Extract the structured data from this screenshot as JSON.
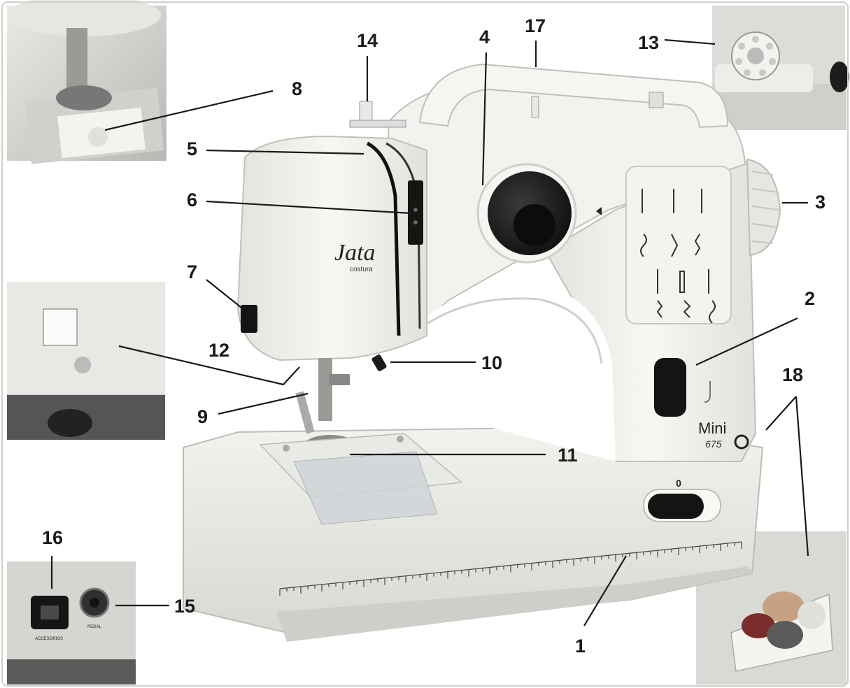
{
  "callouts": [
    {
      "id": "1",
      "label": "1"
    },
    {
      "id": "2",
      "label": "2"
    },
    {
      "id": "3",
      "label": "3"
    },
    {
      "id": "4",
      "label": "4"
    },
    {
      "id": "5",
      "label": "5"
    },
    {
      "id": "6",
      "label": "6"
    },
    {
      "id": "7",
      "label": "7"
    },
    {
      "id": "8",
      "label": "8"
    },
    {
      "id": "9",
      "label": "9"
    },
    {
      "id": "10",
      "label": "10"
    },
    {
      "id": "11",
      "label": "11"
    },
    {
      "id": "12",
      "label": "12"
    },
    {
      "id": "13",
      "label": "13"
    },
    {
      "id": "14",
      "label": "14"
    },
    {
      "id": "15",
      "label": "15"
    },
    {
      "id": "16",
      "label": "16"
    },
    {
      "id": "17",
      "label": "17"
    },
    {
      "id": "18",
      "label": "18"
    }
  ],
  "machine": {
    "brand_logo": "Jata",
    "brand_sub": "costura",
    "model_name": "Mini",
    "model_number": "675",
    "speed_zero": "0",
    "pedal_label": "PEDAL",
    "power_label": "ACCESORIOS"
  },
  "colors": {
    "body": "#f2f2ee",
    "shadow": "#d8d8d2",
    "dark": "#1b1b1b",
    "inset_bg": "#cfcfcb"
  }
}
